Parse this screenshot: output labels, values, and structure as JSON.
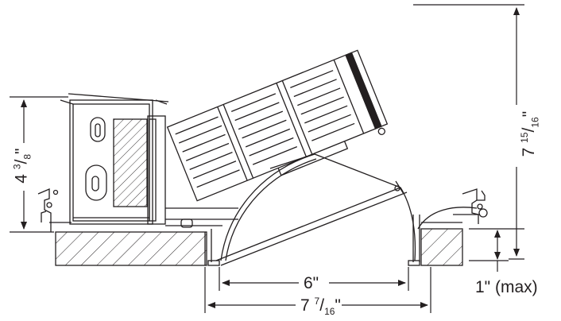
{
  "dimensions": {
    "width_inner": "6\"",
    "width_outer": {
      "whole": "7",
      "num": "7",
      "den": "16",
      "unit": "\""
    },
    "ceiling_thickness": "1\" (max)",
    "height_housing": {
      "whole": "4",
      "num": "3",
      "den": "8",
      "unit": "\""
    },
    "height_total": {
      "whole": "7",
      "num": "15",
      "den": "16",
      "unit": "\""
    }
  },
  "colors": {
    "line": "#231f20",
    "background": "#ffffff"
  }
}
